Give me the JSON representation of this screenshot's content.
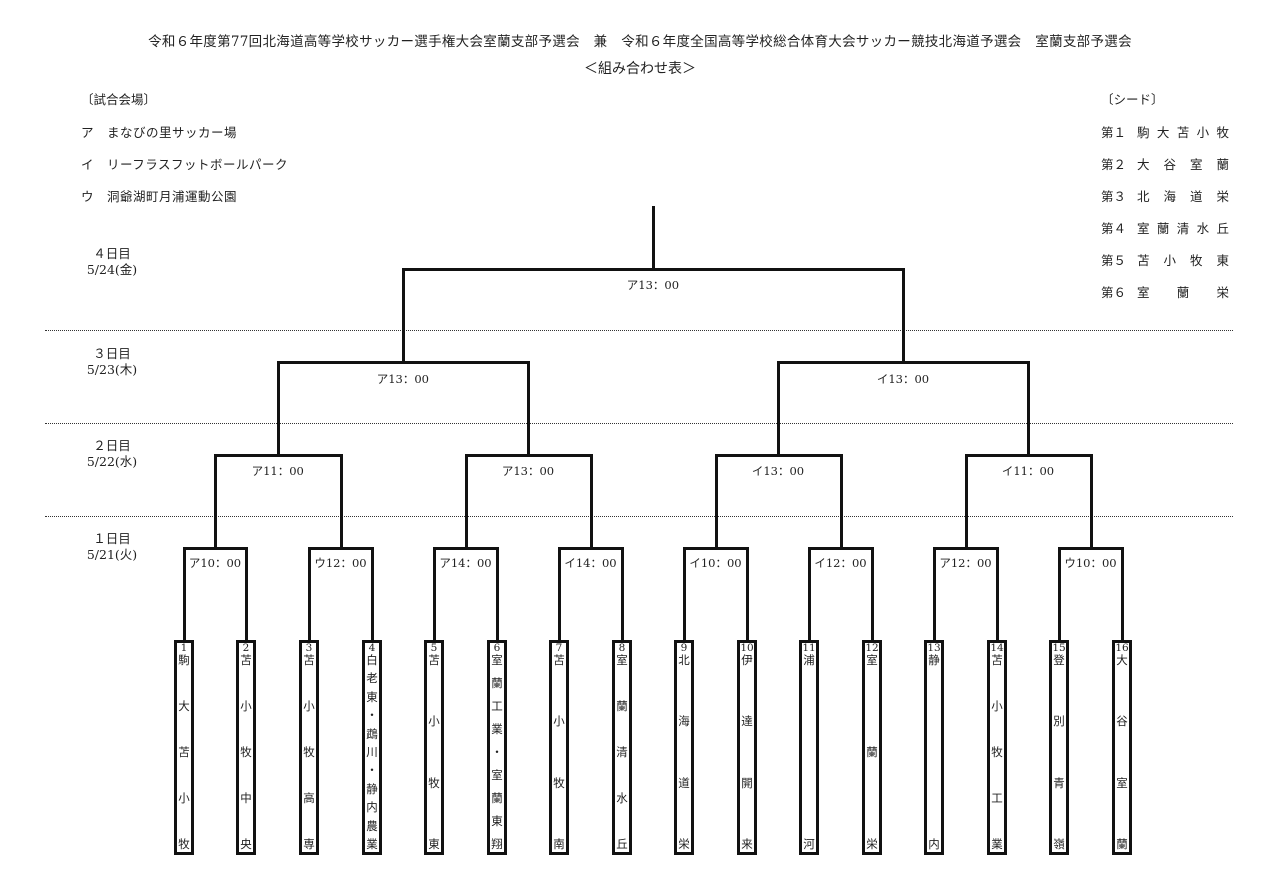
{
  "header": {
    "title": "令和６年度第77回北海道高等学校サッカー選手権大会室蘭支部予選会　兼　令和６年度全国高等学校総合体育大会サッカー競技北海道予選会　室蘭支部予選会",
    "subtitle": "＜組み合わせ表＞"
  },
  "venues": {
    "heading": "〔試合会場〕",
    "items": [
      "ア　まなびの里サッカー場",
      "イ　リーフラスフットボールパーク",
      "ウ　洞爺湖町月浦運動公園"
    ]
  },
  "seeds": {
    "heading": "〔シード〕",
    "items": [
      {
        "rank": "第１",
        "school": "駒大苫小牧"
      },
      {
        "rank": "第２",
        "school": "大谷室蘭"
      },
      {
        "rank": "第３",
        "school": "北海道栄"
      },
      {
        "rank": "第４",
        "school": "室蘭清水丘"
      },
      {
        "rank": "第５",
        "school": "苫小牧東"
      },
      {
        "rank": "第６",
        "school": "室蘭　栄"
      }
    ]
  },
  "days": [
    {
      "label": "４日目",
      "date": "5/24(金)"
    },
    {
      "label": "３日目",
      "date": "5/23(木)"
    },
    {
      "label": "２日目",
      "date": "5/22(水)"
    },
    {
      "label": "１日目",
      "date": "5/21(火)"
    }
  ],
  "matches": {
    "final": "ア13：00",
    "semis": [
      "ア13：00",
      "イ13：00"
    ],
    "quarters": [
      "ア11：00",
      "ア13：00",
      "イ13：00",
      "イ11：00"
    ],
    "round1": [
      "ア10：00",
      "ウ12：00",
      "ア14：00",
      "イ14：00",
      "イ10：00",
      "イ12：00",
      "ア12：00",
      "ウ10：00"
    ]
  },
  "teams": [
    {
      "num": "1",
      "name": "駒大苫小牧"
    },
    {
      "num": "2",
      "name": "苫小牧中央"
    },
    {
      "num": "3",
      "name": "苫小牧高専"
    },
    {
      "num": "4",
      "name": "白老東・鵡川・静内農業"
    },
    {
      "num": "5",
      "name": "苫小牧東"
    },
    {
      "num": "6",
      "name": "室蘭工業・室蘭東翔"
    },
    {
      "num": "7",
      "name": "苫小牧南"
    },
    {
      "num": "8",
      "name": "室蘭清水丘"
    },
    {
      "num": "9",
      "name": "北海道栄"
    },
    {
      "num": "10",
      "name": "伊達開来"
    },
    {
      "num": "11",
      "name": "浦河"
    },
    {
      "num": "12",
      "name": "室蘭栄"
    },
    {
      "num": "13",
      "name": "静内"
    },
    {
      "num": "14",
      "name": "苫小牧工業"
    },
    {
      "num": "15",
      "name": "登別青嶺"
    },
    {
      "num": "16",
      "name": "大谷室蘭"
    }
  ]
}
